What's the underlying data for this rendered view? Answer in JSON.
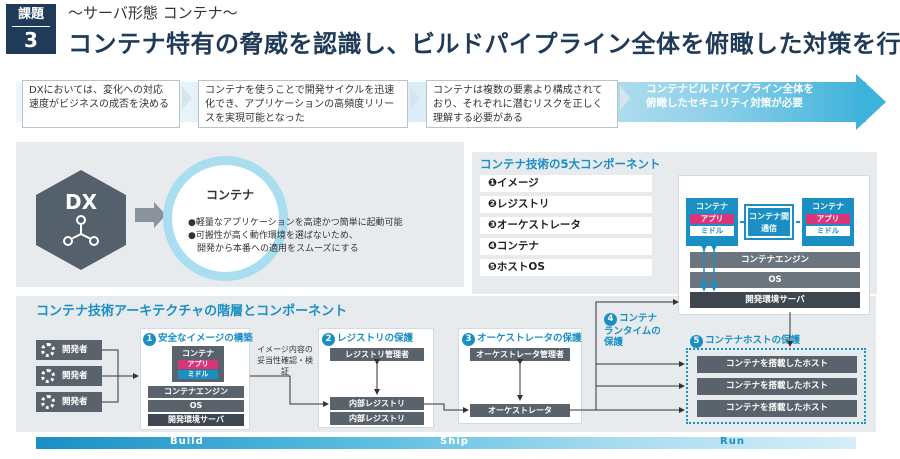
{
  "header": {
    "badge_label": "課題",
    "badge_number": "3",
    "subtitle": "〜サーバ形態 コンテナ〜",
    "title": "コンテナ特有の脅威を認識し、ビルドパイプライン全体を俯瞰した対策を行う"
  },
  "flow": [
    "DXにおいては、変化への対応速度がビジネスの成否を決める",
    "コンテナを使うことで開発サイクルを迅速化でき、アプリケーションの高頻度リリースを実現可能となった",
    "コンテナは複数の要素より構成されており、それぞれに潜むリスクを正しく理解する必要がある",
    "コンテナビルドパイプライン全体を俯瞰したセキュリティ対策が必要"
  ],
  "dx": {
    "label": "DX",
    "container_title": "コンテナ",
    "bullets": [
      "●軽量なアプリケーションを高速かつ簡単に起動可能",
      "●可搬性が高く動作環境を選ばないため、",
      "　開発から本番への適用をスムーズにする"
    ]
  },
  "components": {
    "title": "コンテナ技術の5大コンポーネント",
    "items": [
      "❶イメージ",
      "❷レジストリ",
      "❸オーケストレータ",
      "❹コンテナ",
      "❺ホストOS"
    ]
  },
  "runtime_diagram": {
    "container_label": "コンテナ",
    "app_label": "アプリ",
    "middle_label": "ミドル",
    "comm_label": "コンテナ間通信",
    "engine": "コンテナエンジン",
    "os": "OS",
    "server": "開発環境サーバ"
  },
  "architecture": {
    "title": "コンテナ技術アーキテクチャの階層とコンポーネント",
    "developer": "開発者",
    "phase1": {
      "num": "1",
      "title": "安全なイメージの構築",
      "container": "コンテナ",
      "app": "アプリ",
      "middle": "ミドル",
      "engine": "コンテナエンジン",
      "os": "OS",
      "server": "開発環境サーバ"
    },
    "note": "イメージ内容の妥当性確認・検証",
    "phase2": {
      "num": "2",
      "title": "レジストリの保護",
      "manager": "レジストリ管理者",
      "registry1": "内部レジストリ",
      "registry2": "内部レジストリ"
    },
    "phase3": {
      "num": "3",
      "title": "オーケストレータの保護",
      "manager": "オーケストレータ管理者",
      "orch": "オーケストレータ"
    },
    "phase4": {
      "num": "4",
      "title": "コンテナランタイムの保護"
    },
    "phase5": {
      "num": "5",
      "title": "コンテナホストの保護",
      "host": "コンテナを搭載したホスト"
    }
  },
  "phases": [
    "Build",
    "Ship",
    "Run"
  ],
  "colors": {
    "navy": "#1f3b57",
    "accent": "#1a8fc4",
    "pink": "#d8357a",
    "gray": "#5a636b",
    "panel": "#e8ebee"
  }
}
